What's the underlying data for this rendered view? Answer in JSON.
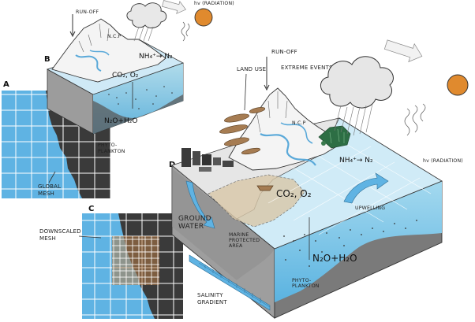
{
  "colors": {
    "water": "#8fd3f1",
    "water_deep": "#5ab7e6",
    "land_dark": "#3a3a3a",
    "mesh_water": "#5fb3e3",
    "sun": "#e08a2e",
    "sand": "#d9c7a8",
    "grid_line": "#ffffff",
    "highlight_mesh": "#b57a46",
    "vegetation": "#2d6e44"
  },
  "panels": {
    "a": "A",
    "b": "B",
    "c": "C",
    "d": "D"
  },
  "labels": {
    "runoff_b": "RUN-OFF",
    "runoff_d": "RUN-OFF",
    "radiation_b": "hv (RADIATION)",
    "radiation_d": "hv (RADIATION)",
    "ncp_b": "N.C.P",
    "ncp_d": "N.C.P",
    "nh4_b": "NH₄⁺→ N₂",
    "nh4_d": "NH₄⁺→ N₂",
    "co2_b": "CO₂, O₂",
    "co2_d": "CO₂, O₂",
    "n2o_b": "N₂O+H₂O",
    "n2o_d": "N₂O+H₂O",
    "phyto_b": "PHYTO-\nPLANKTON",
    "phyto_d": "PHYTO-\nPLANKTON",
    "land_use": "LAND USE",
    "extreme": "EXTREME EVENTS",
    "groundwater": "GROUND\nWATER",
    "marine": "MARINE\nPROTECTED\nAREA",
    "upwelling": "UPWELLING",
    "salinity": "SALINITY\nGRADIENT",
    "global_mesh": "GLOBAL\nMESH",
    "downscaled": "DOWNSCALED\nMESH"
  }
}
